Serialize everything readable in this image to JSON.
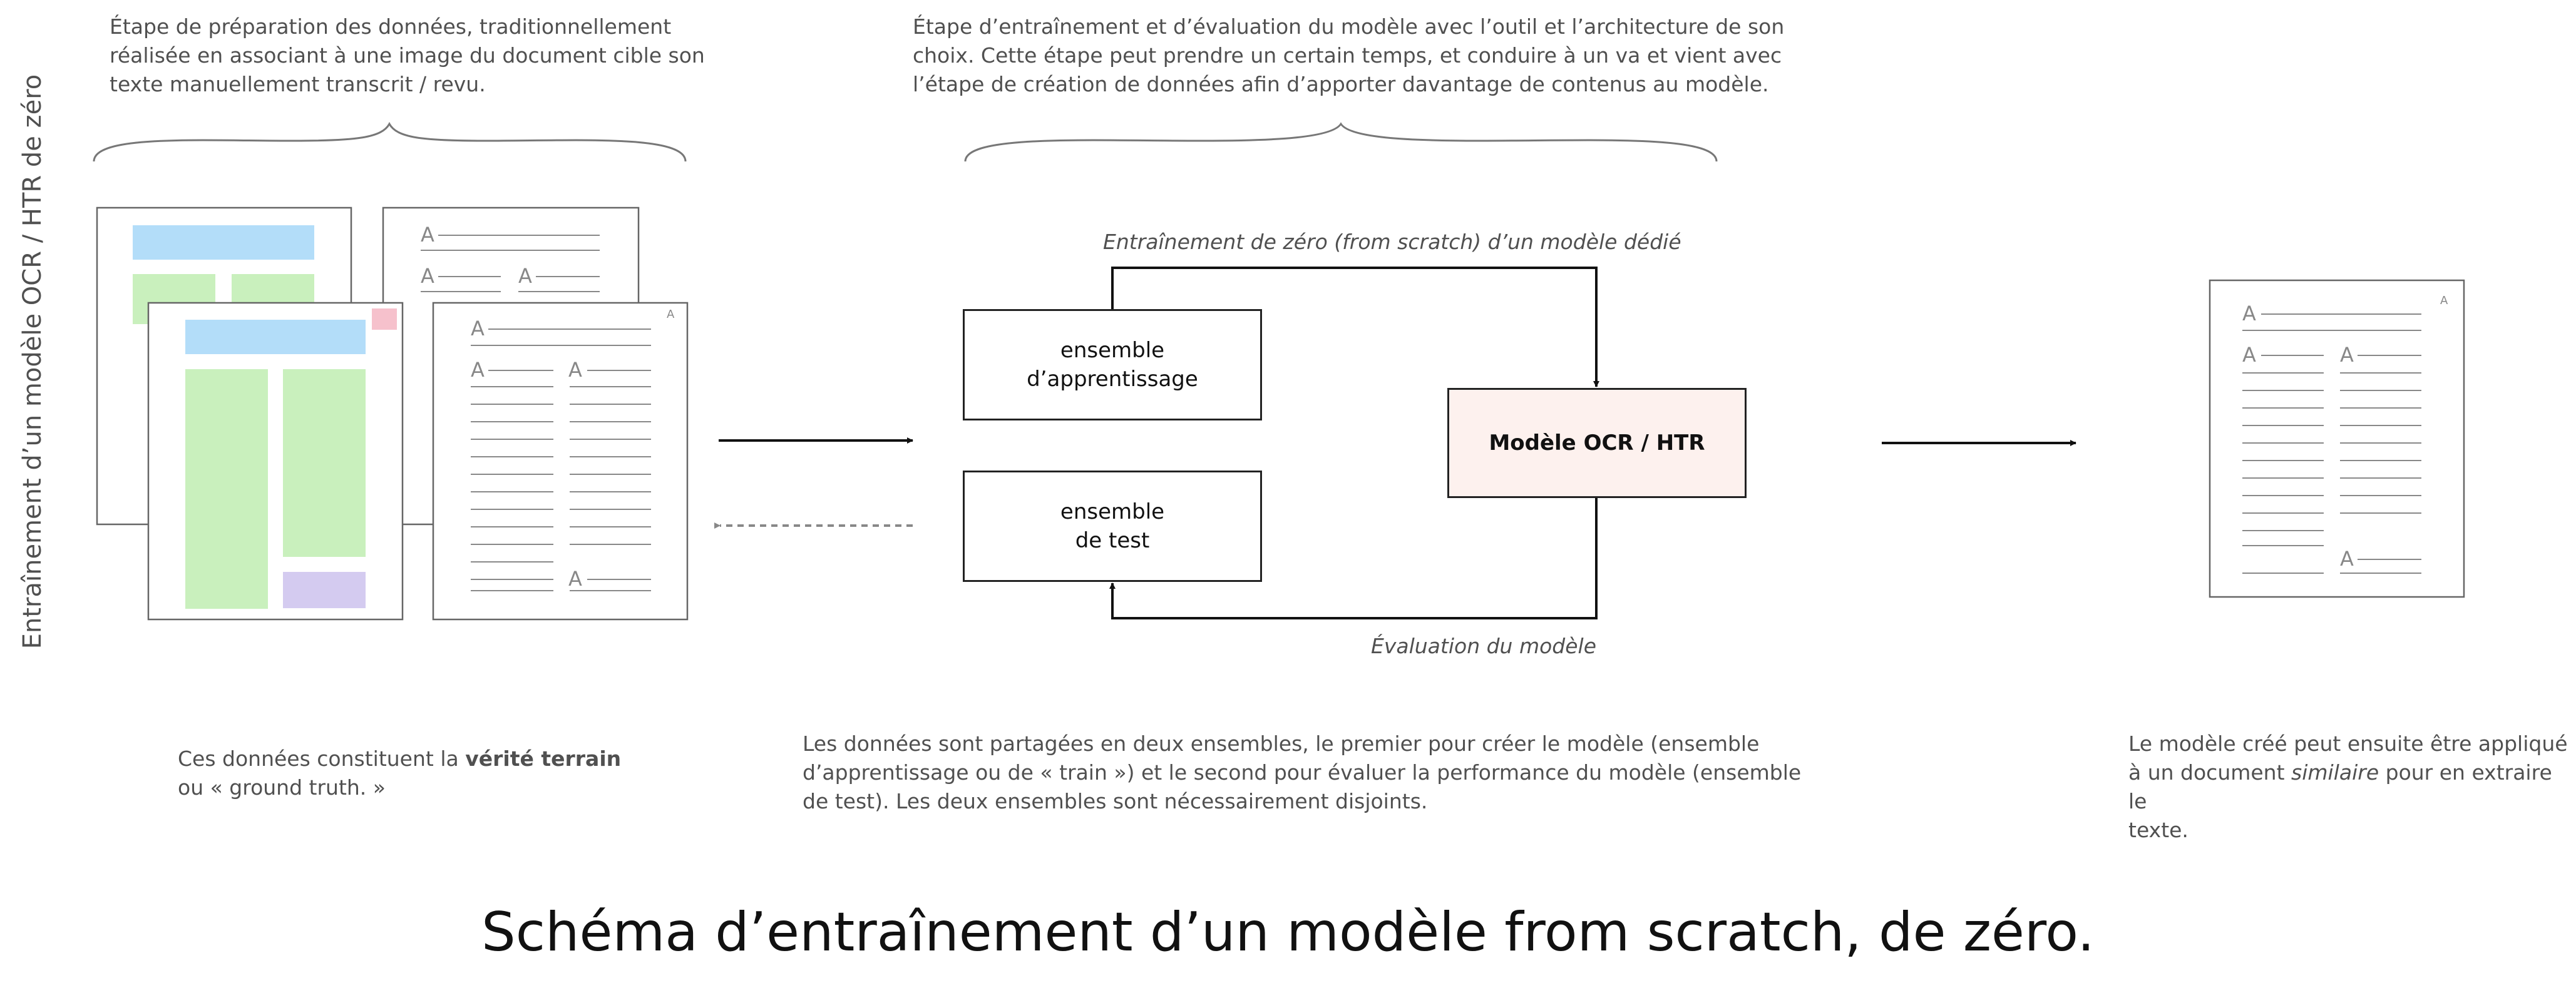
{
  "side_label": "Entraînement d’un modèle OCR / HTR de zéro",
  "top_left_text": [
    "Étape de préparation des données, traditionnellement",
    "réalisée en associant à une image du document cible son",
    "texte manuellement transcrit / revu."
  ],
  "top_center_text": [
    "Étape d’entraînement et d’évaluation du modèle avec l’outil et l’architecture de son",
    "choix. Cette étape peut prendre un certain temps, et conduire à un va et vient avec",
    "l’étape de création de données afin d’apporter davantage de contenus au modèle."
  ],
  "train_arrow_label": "Entraînement de zéro (from scratch) d’un modèle dédié",
  "eval_arrow_label": "Évaluation du modèle",
  "box_train": [
    "ensemble",
    "d’apprentissage"
  ],
  "box_test": [
    "ensemble",
    "de test"
  ],
  "box_model": "Modèle OCR / HTR",
  "glyph_a": "A",
  "bottom_left": {
    "line1_pre": "Ces données constituent la ",
    "line1_bold": "vérité terrain",
    "line2": "ou « ground truth. »"
  },
  "bottom_center_text": [
    "Les données sont partagées en deux ensembles, le premier pour créer le modèle (ensemble",
    "d’apprentissage ou de « train ») et le second pour évaluer la performance du modèle (ensemble",
    "de test). Les deux ensembles sont nécessairement disjoints."
  ],
  "bottom_right": {
    "line1": "Le modèle créé peut ensuite être appliqué",
    "line2_pre": "à un document ",
    "line2_italic": "similaire",
    "line2_post": " pour en extraire le",
    "line3": "texte."
  },
  "caption": "Schéma d’entraînement d’un modèle from scratch, de zéro.",
  "colors": {
    "blue_zone": "#b3ddf9",
    "green_zone": "#c9f0bd",
    "pink_zone": "#f6c1cc",
    "purple_zone": "#d4cbf0",
    "model_fill": "#fdf1ee"
  }
}
